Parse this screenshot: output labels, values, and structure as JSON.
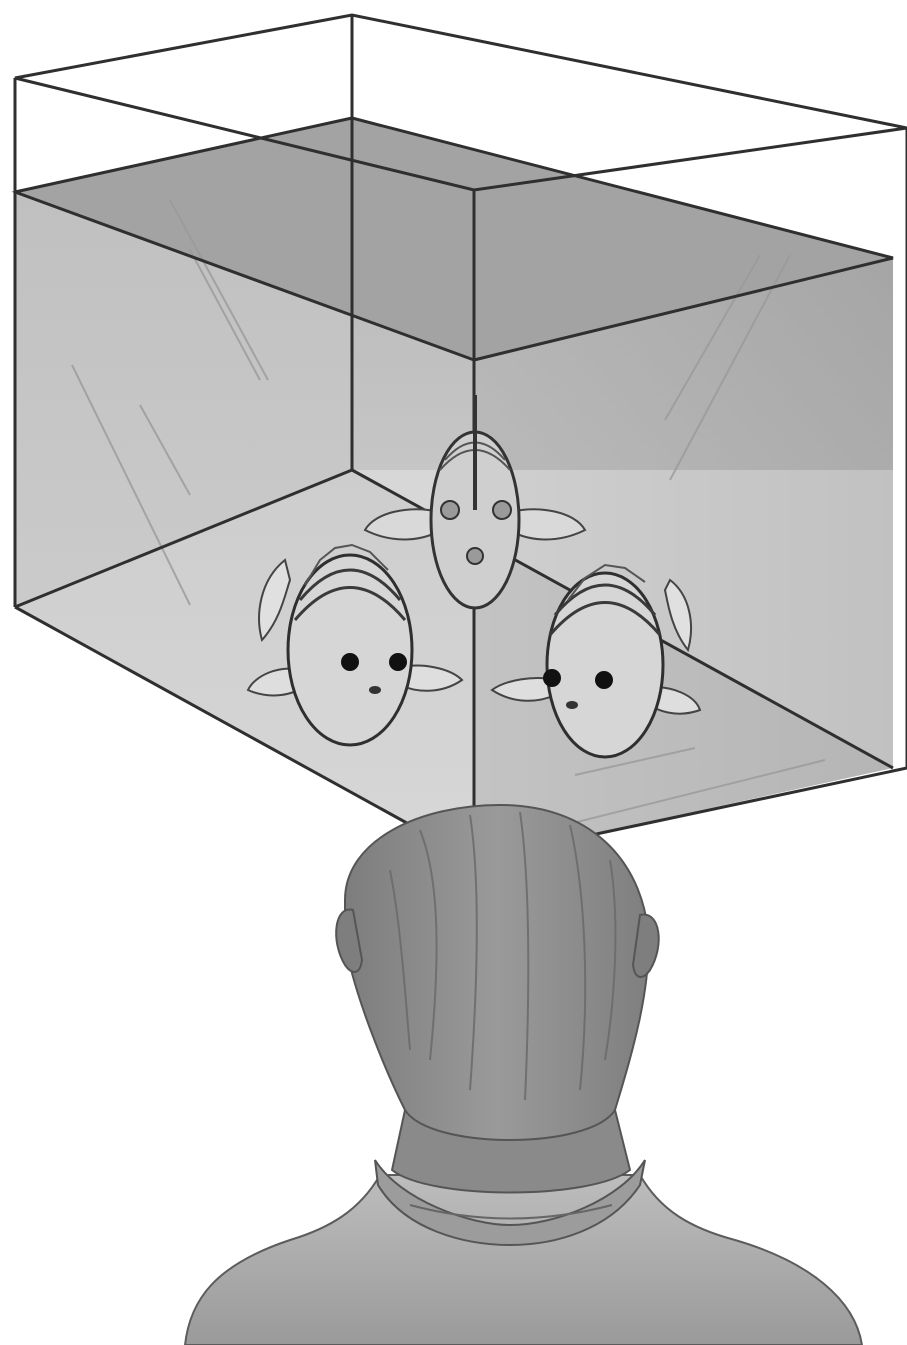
{
  "scene": {
    "fish_count": 3,
    "fish": [
      {
        "view": "refraction-image-left",
        "facing": "front"
      },
      {
        "view": "actual-fish-through-corner",
        "facing": "front"
      },
      {
        "view": "refraction-image-right",
        "facing": "front"
      }
    ],
    "colors": {
      "background": "#ffffff",
      "outline": "#3a3a3a",
      "water_top": "#a6a6a6",
      "water_front": "#c8c8c8",
      "water_side": "#b4b4b4",
      "floor": "#d4d4d4",
      "back_wall": "#9e9e9e",
      "head": "#8f8f8f",
      "shoulders": "#a8a8a8"
    },
    "icons": [
      "aquarium-icon",
      "fish-icon",
      "observer-head-icon"
    ]
  }
}
